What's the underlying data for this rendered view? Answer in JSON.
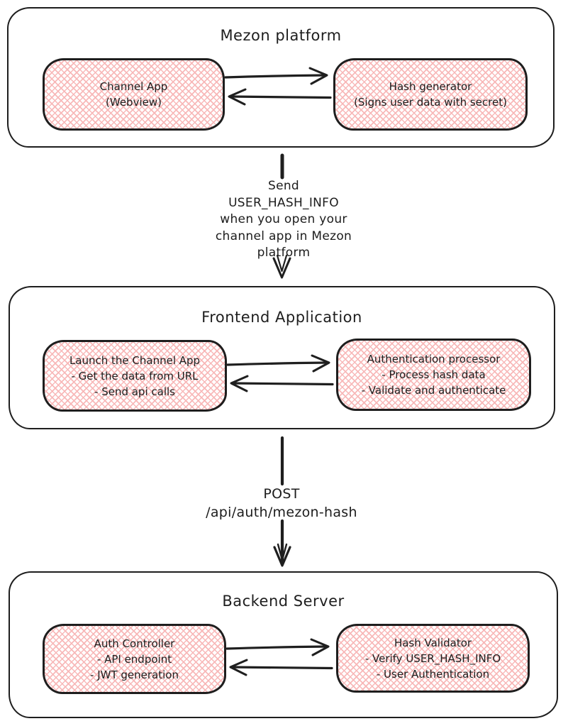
{
  "diagram": {
    "background": "#ffffff",
    "stroke_color": "#1e1e1e",
    "hatch_color": "#f8b8b8",
    "sections": [
      {
        "title": "Mezon platform",
        "left_node": {
          "lines": [
            "Channel App",
            "(Webview)"
          ]
        },
        "right_node": {
          "lines": [
            "Hash generator",
            "(Signs user data with secret)"
          ]
        }
      },
      {
        "title": "Frontend Application",
        "left_node": {
          "lines": [
            "Launch the Channel App",
            "- Get the data from URL",
            "- Send api calls"
          ]
        },
        "right_node": {
          "lines": [
            "Authentication processor",
            "- Process hash data",
            "- Validate and authenticate"
          ]
        }
      },
      {
        "title": "Backend Server",
        "left_node": {
          "lines": [
            "Auth Controller",
            "- API endpoint",
            "- JWT generation"
          ]
        },
        "right_node": {
          "lines": [
            "Hash Validator",
            "- Verify USER_HASH_INFO",
            "- User Authentication"
          ]
        }
      }
    ],
    "connectors": [
      {
        "label_lines": [
          "Send",
          "USER_HASH_INFO",
          "when you open your",
          "channel app in Mezon",
          "platform"
        ]
      },
      {
        "label_lines": [
          "POST",
          "/api/auth/mezon-hash"
        ]
      }
    ]
  }
}
